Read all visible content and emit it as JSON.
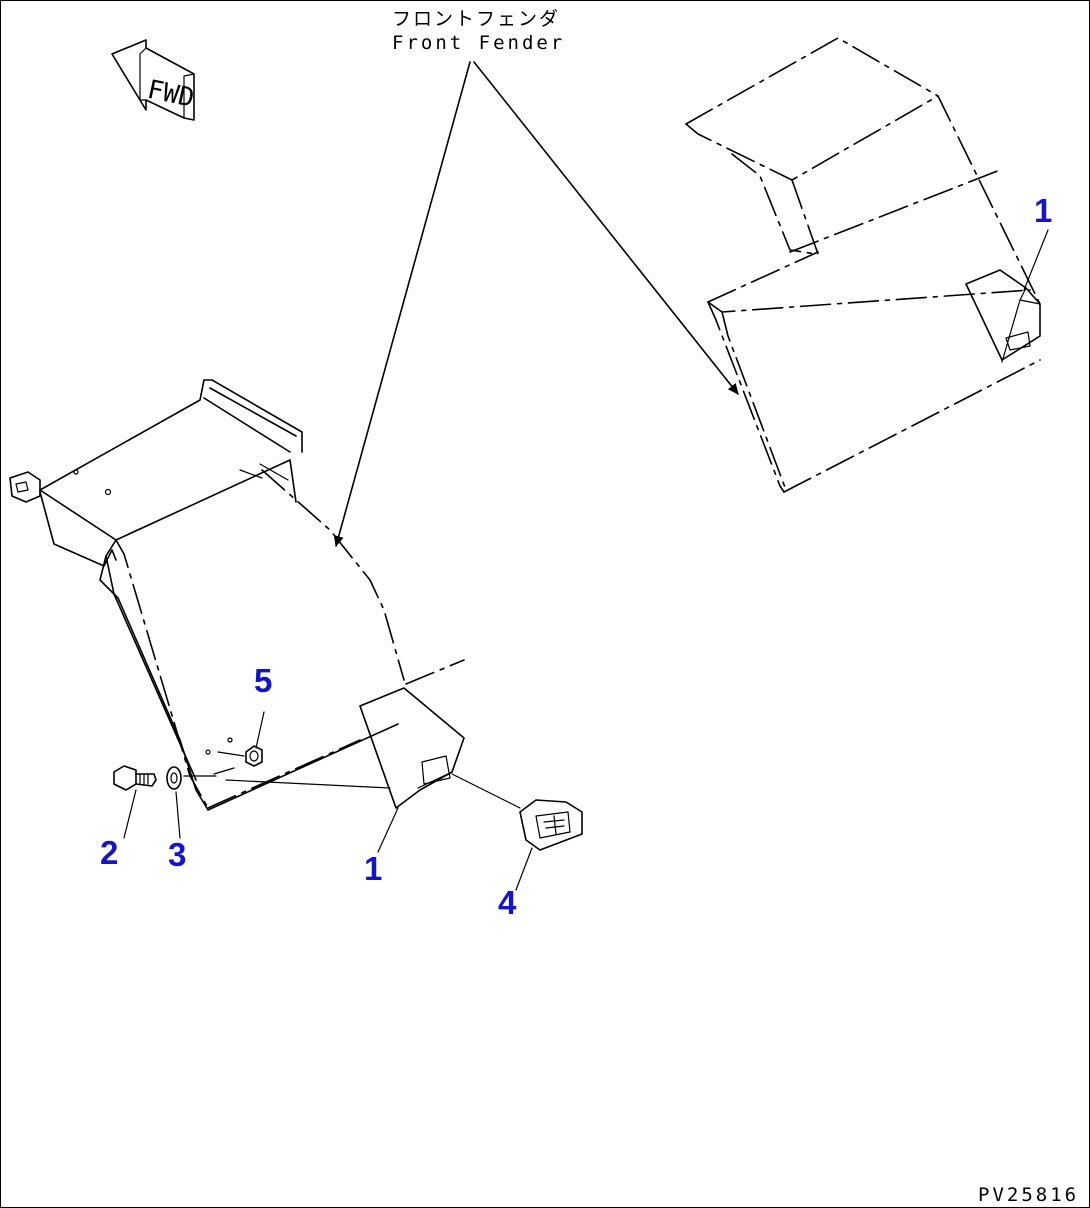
{
  "title_jp": "フロントフェンダ",
  "title_en": "Front Fender",
  "fwd_label": "FWD",
  "drawing_code": "PV25816",
  "callout_color": "#1414c8",
  "callouts": [
    {
      "id": "1-right",
      "label": "1"
    },
    {
      "id": "1-left",
      "label": "1"
    },
    {
      "id": "2",
      "label": "2"
    },
    {
      "id": "3",
      "label": "3"
    },
    {
      "id": "4",
      "label": "4"
    },
    {
      "id": "5",
      "label": "5"
    }
  ]
}
